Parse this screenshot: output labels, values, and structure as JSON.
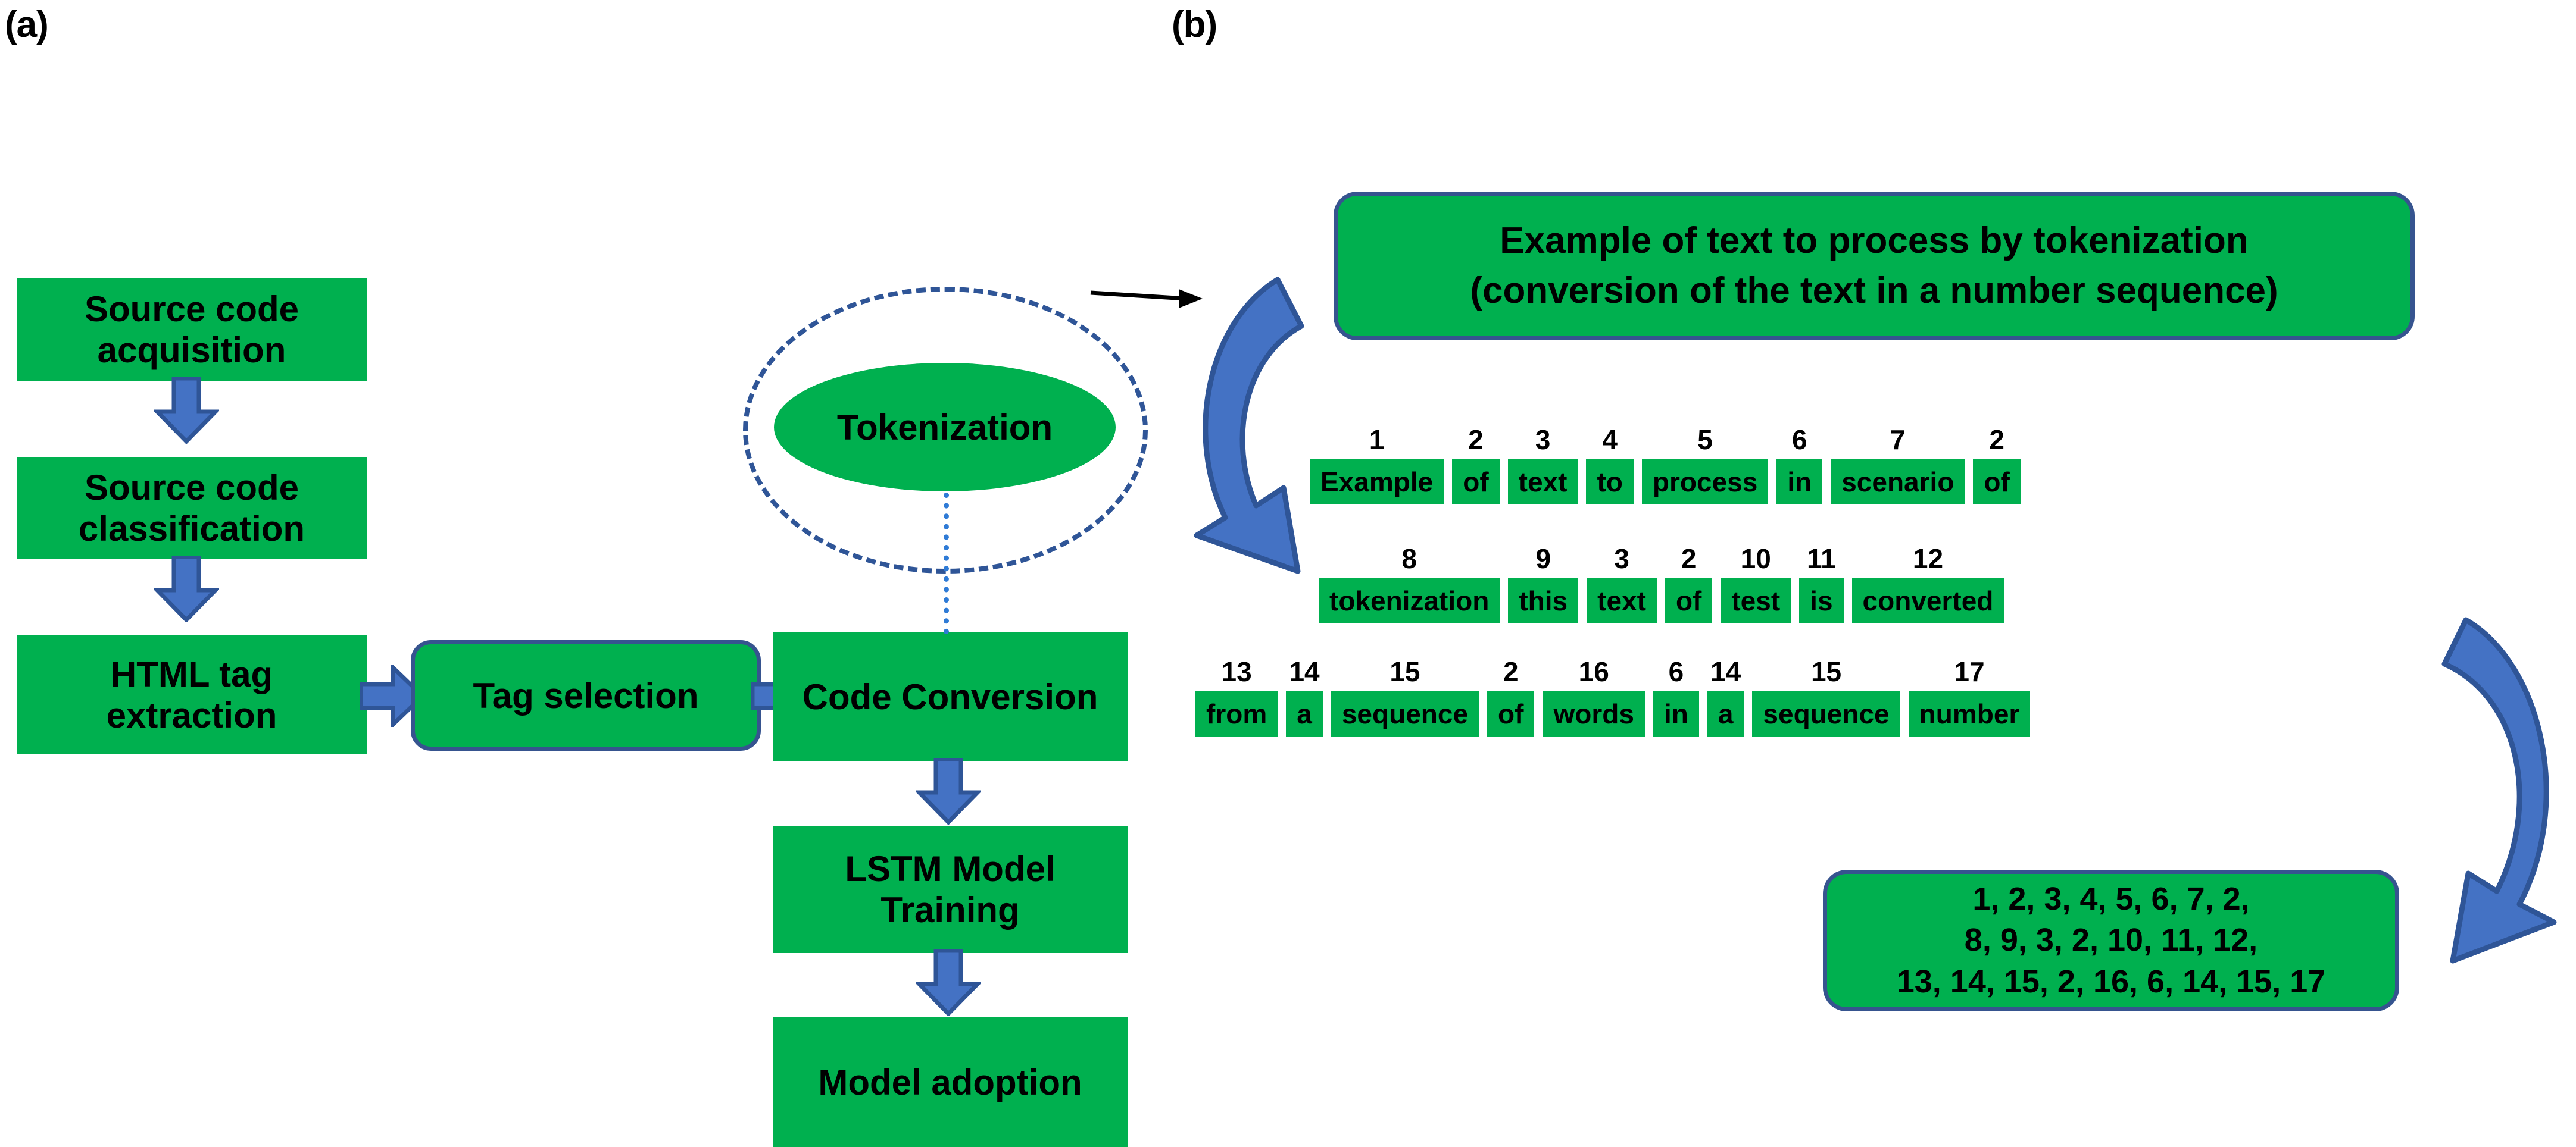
{
  "figure": {
    "panel_a_label": "(a)",
    "panel_b_label": "(b)"
  },
  "panel_a": {
    "pipeline_left": [
      {
        "label": "Source code acquisition"
      },
      {
        "label": "Source code classification"
      },
      {
        "label": "HTML tag extraction"
      }
    ],
    "tag_selection": {
      "label": "Tag selection"
    },
    "pipeline_right": [
      {
        "label": "Code Conversion"
      },
      {
        "label": "LSTM Model Training"
      },
      {
        "label": "Model adoption"
      }
    ],
    "tokenization_node": {
      "label": "Tokenization"
    }
  },
  "panel_b": {
    "title_box": {
      "line1": "Example of text to process by tokenization",
      "line2": "(conversion of the text in a number sequence)"
    },
    "token_rows": [
      [
        {
          "num": "1",
          "word": "Example"
        },
        {
          "num": "2",
          "word": "of"
        },
        {
          "num": "3",
          "word": "text"
        },
        {
          "num": "4",
          "word": "to"
        },
        {
          "num": "5",
          "word": "process"
        },
        {
          "num": "6",
          "word": "in"
        },
        {
          "num": "7",
          "word": "scenario"
        },
        {
          "num": "2",
          "word": "of"
        }
      ],
      [
        {
          "num": "8",
          "word": "tokenization"
        },
        {
          "num": "9",
          "word": "this"
        },
        {
          "num": "3",
          "word": "text"
        },
        {
          "num": "2",
          "word": "of"
        },
        {
          "num": "10",
          "word": "test"
        },
        {
          "num": "11",
          "word": "is"
        },
        {
          "num": "12",
          "word": "converted"
        }
      ],
      [
        {
          "num": "13",
          "word": "from"
        },
        {
          "num": "14",
          "word": "a"
        },
        {
          "num": "15",
          "word": "sequence"
        },
        {
          "num": "2",
          "word": "of"
        },
        {
          "num": "16",
          "word": "words"
        },
        {
          "num": "6",
          "word": "in"
        },
        {
          "num": "14",
          "word": "a"
        },
        {
          "num": "15",
          "word": "sequence"
        },
        {
          "num": "17",
          "word": "number"
        }
      ]
    ],
    "result_box": {
      "line1": "1, 2, 3, 4, 5, 6, 7, 2,",
      "line2": "8, 9, 3, 2, 10, 11, 12,",
      "line3": "13, 14, 15, 2, 16, 6, 14, 15, 17"
    }
  },
  "colors": {
    "green": "#00B04F",
    "blue_fill": "#4472C4",
    "blue_border": "#2F5597",
    "box_border": "#36548F",
    "dotted_blue": "#2F7BD6",
    "black": "#000000"
  }
}
